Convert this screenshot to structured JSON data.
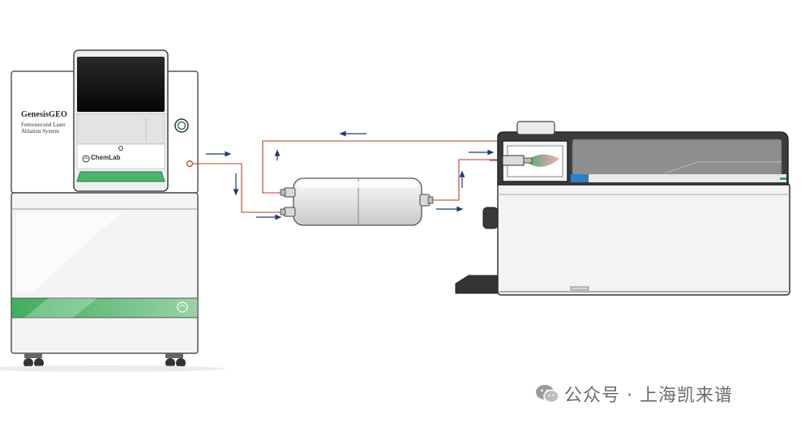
{
  "instrument": {
    "brand": "GenesisGEO",
    "subtitle": "Femtosecond Laser Ablation System",
    "logo_text": "ChemLab"
  },
  "watermark": {
    "text": "公众号 · 上海凯来谱",
    "icon": "wechat-icon"
  },
  "colors": {
    "green": "#3aa55a",
    "tube_red": "#c0392b",
    "arrow_blue": "#1f3b7a",
    "ms_gray": "#8f8f8f",
    "ms_dark": "#333333"
  }
}
